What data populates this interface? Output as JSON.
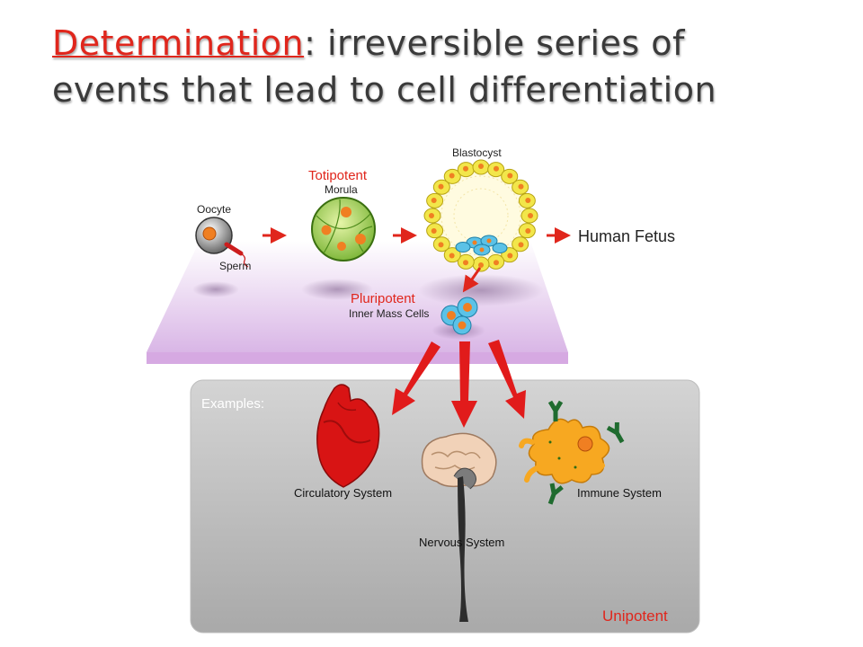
{
  "title": {
    "keyword": "Determination",
    "rest_line1": ": irreversible series of",
    "rest_line2": "events that lead to cell differentiation"
  },
  "stages": {
    "oocyte": "Oocyte",
    "sperm": "Sperm",
    "totipotent": "Totipotent",
    "morula": "Morula",
    "blastocyst": "Blastocyst",
    "human_fetus": "Human Fetus",
    "pluripotent": "Pluripotent",
    "inner_mass_cells": "Inner Mass Cells"
  },
  "examples": {
    "heading": "Examples:",
    "circulatory": "Circulatory System",
    "nervous": "Nervous System",
    "immune": "Immune System",
    "unipotent": "Unipotent"
  },
  "colors": {
    "accent_red": "#e0261c",
    "platform": "#e2c2ec",
    "examples_panel": "#cfcfcf",
    "cell_green": "#8dc63f",
    "cell_yellow": "#f2e64a",
    "cell_orange": "#f07f22",
    "cell_blue": "#5bc2e7"
  },
  "icons": [
    "heart-icon",
    "brain-spinal-cord-icon",
    "immune-cell-icon",
    "antibody-icon",
    "oocyte-cell-icon",
    "morula-icon",
    "blastocyst-icon"
  ]
}
